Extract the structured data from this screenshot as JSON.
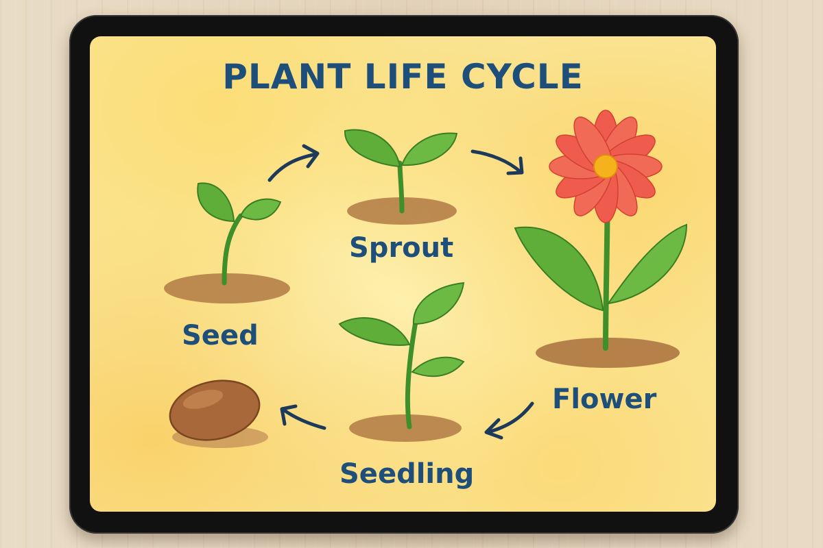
{
  "diagram": {
    "title": "PLANT LIFE CYCLE",
    "stages": [
      {
        "name": "Seed"
      },
      {
        "name": "Sprout"
      },
      {
        "name": "Flower"
      },
      {
        "name": "Seedling"
      }
    ]
  },
  "colors": {
    "text": "#1d4f7a",
    "leaf": "#5fae3a",
    "stem": "#3f8f2a",
    "soil": "#9c6a3a",
    "petal": "#ef5b4c",
    "flower_center": "#f6b21c",
    "seed": "#a8683a",
    "background": "#f9e69a"
  }
}
